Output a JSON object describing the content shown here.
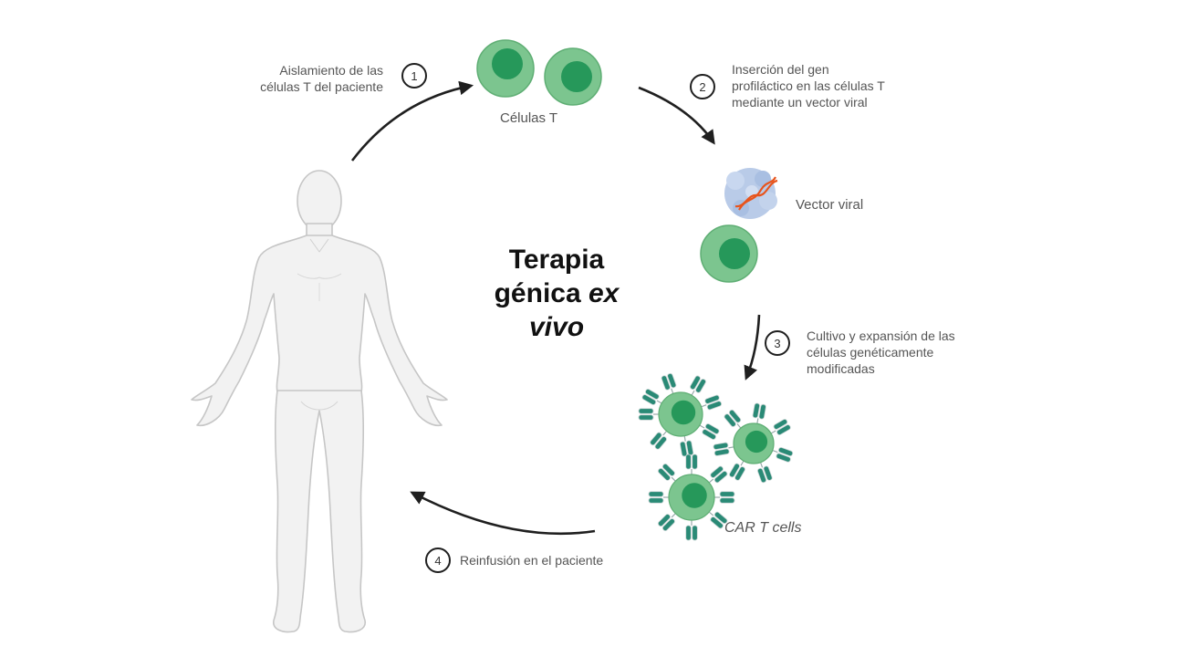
{
  "title": {
    "line1": "Terapia",
    "line2_normal": "génica",
    "line2_italic": "ex",
    "line3_italic": "vivo"
  },
  "steps": [
    {
      "number": "1",
      "text_lines": [
        "Aislamiento de las",
        "células T del paciente"
      ]
    },
    {
      "number": "2",
      "text_lines": [
        "Inserción del gen",
        "profiláctico en las células T",
        "mediante un vector viral"
      ]
    },
    {
      "number": "3",
      "text_lines": [
        "Cultivo y expansión de las",
        "células genéticamente",
        "modificadas"
      ]
    },
    {
      "number": "4",
      "text_lines": [
        "Reinfusión en el paciente"
      ]
    }
  ],
  "captions": {
    "t_cells": "Células T",
    "viral_vector": "Vector viral",
    "car_t_cells": "CAR T cells"
  },
  "colors": {
    "cell_outer": "#7cc58f",
    "cell_inner": "#26985a",
    "receptor": "#2a8a76",
    "vector": "#b9cbe8",
    "dna": "#e8541c",
    "arrow": "#1f1f1f",
    "body_fill": "#f2f2f2",
    "body_stroke": "#c8c8c8"
  }
}
